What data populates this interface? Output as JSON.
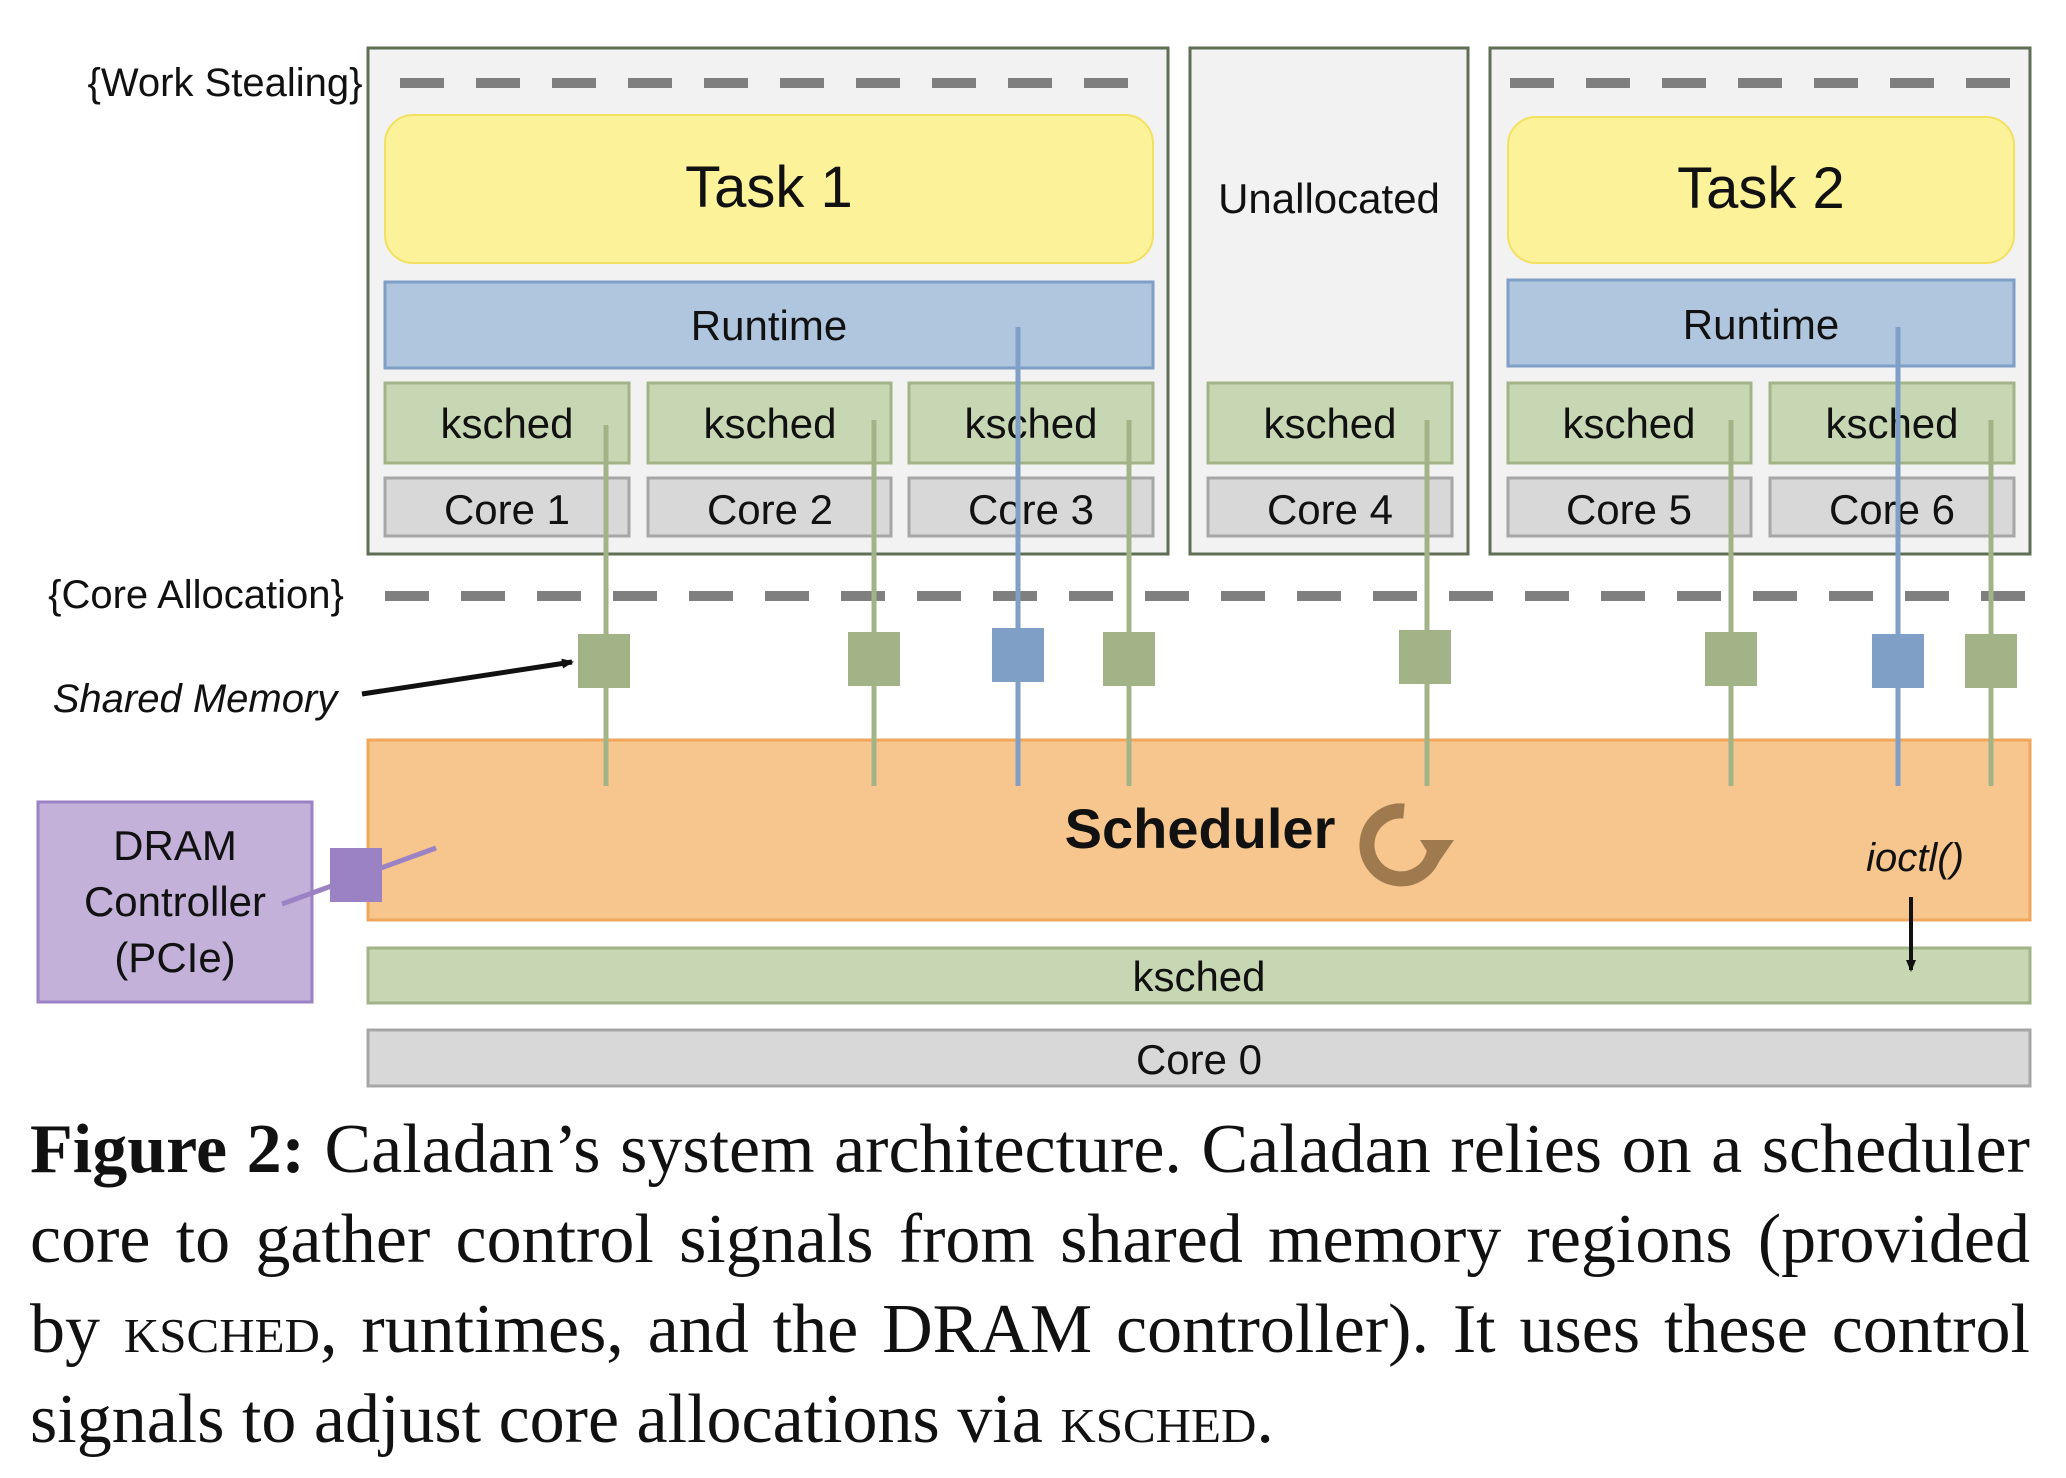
{
  "diagram": {
    "labels": {
      "work_stealing": "{Work Stealing}",
      "core_allocation": "{Core Allocation}",
      "shared_memory": "Shared Memory",
      "task1": "Task 1",
      "task2": "Task 2",
      "unallocated": "Unallocated",
      "runtime": "Runtime",
      "ksched": "ksched",
      "scheduler": "Scheduler",
      "ioctl": "ioctl()",
      "dram_line1": "DRAM",
      "dram_line2": "Controller",
      "dram_line3": "(PCIe)",
      "core0": "Core 0"
    },
    "cores": [
      "Core 1",
      "Core 2",
      "Core 3",
      "Core 4",
      "Core 5",
      "Core 6"
    ],
    "colors": {
      "task": "#fcf29a",
      "runtime": "#b0c6de",
      "ksched": "#c7d7b3",
      "core": "#d8d8d8",
      "scheduler": "#f6c68e",
      "dram": "#c3b1da",
      "shm_green": "#a2b487",
      "shm_blue": "#7f9fc6",
      "shm_purple": "#9b82c4",
      "dashes": "#7f7f7f"
    }
  },
  "caption": {
    "label": "Figure 2:",
    "text_a": " Caladan’s system architecture. Caladan relies on a scheduler core to gather control signals from shared memory regions (provided by ",
    "ksched_a": "ksched",
    "text_b": ", runtimes, and the DRAM controller). It uses these control signals to adjust core allocations via ",
    "ksched_b": "ksched",
    "text_c": "."
  }
}
